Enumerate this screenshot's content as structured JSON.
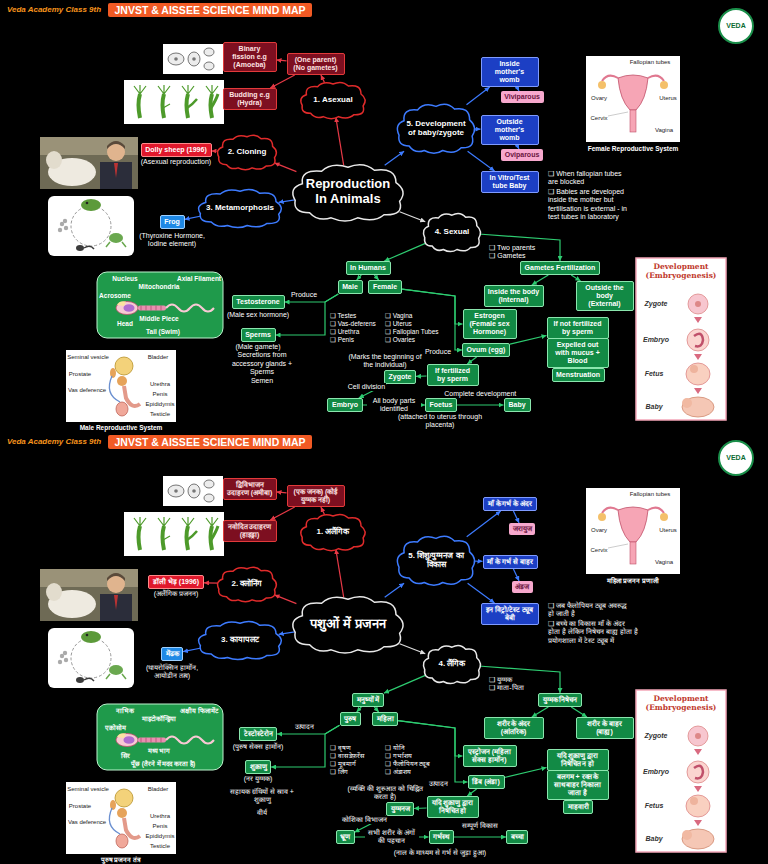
{
  "diagram": {
    "nodes": [
      {
        "text": [
          "JNVST & AISSEE SCIENCE MIND MAP"
        ]
      },
      {
        "text": [
          "Reproduction In Animals"
        ]
      },
      {
        "text": [
          "1. Asexual"
        ]
      },
      {
        "text": [
          "(One parent) (No gametes)"
        ]
      },
      {
        "text": [
          "Binary fission e.g (Amoeba)"
        ]
      },
      {
        "text": [
          "Budding e.g (Hydra)"
        ]
      },
      {
        "text": [
          "2. Cloning"
        ]
      },
      {
        "text": [
          "Dolly sheep (1996)"
        ]
      },
      {
        "text": [
          "3. Metamorphosis"
        ]
      },
      {
        "text": [
          "Frog"
        ]
      },
      {
        "text": [
          "4. Sexual"
        ]
      },
      {
        "text": [
          "5. Development of baby/zygote"
        ]
      },
      {
        "text": [
          "Inside mother's womb"
        ]
      },
      {
        "text": [
          "Viviparous"
        ]
      },
      {
        "text": [
          "Outside mother's womb"
        ]
      },
      {
        "text": [
          "Oviparous"
        ]
      },
      {
        "text": [
          "In Vitro/Test tube Baby"
        ]
      },
      {
        "text": [
          "In Humans"
        ]
      },
      {
        "text": [
          "Gametes Fertilization"
        ]
      },
      {
        "text": [
          "Male"
        ]
      },
      {
        "text": [
          "Female"
        ]
      },
      {
        "text": [
          "Testosterone"
        ]
      },
      {
        "text": [
          "Sperms"
        ]
      },
      {
        "text": [
          "Estrogen (Female sex Hormone)"
        ]
      },
      {
        "text": [
          "Ovum (egg)"
        ]
      },
      {
        "text": [
          "Inside the body (Internal)"
        ]
      },
      {
        "text": [
          "Outside the body (External)"
        ]
      },
      {
        "text": [
          "If not fertilized by sperm"
        ]
      },
      {
        "text": [
          "Expelled out with mucus + Blood"
        ]
      },
      {
        "text": [
          "Menstruation"
        ]
      },
      {
        "text": [
          "Zygote"
        ]
      },
      {
        "text": [
          "If fertilized by sperm"
        ]
      },
      {
        "text": [
          "Embryo"
        ]
      },
      {
        "text": [
          "Foetus"
        ]
      },
      {
        "text": [
          "Baby"
        ]
      },
      {
        "text": [
          "Nucleus",
          "Mitochondria",
          "Axial Filament",
          "Acrosome",
          "Middle Piece",
          "Head",
          "Tail (Swim)"
        ]
      },
      {
        "text": [
          "Seminal vesicle",
          "Bladder",
          "Prostate",
          "Vas deference",
          "Urethra",
          "Penis",
          "Epididymis",
          "Testicle",
          "Male Reproductive System"
        ]
      },
      {
        "text": [
          "Fallopian tubes",
          "Ovary",
          "Uterus",
          "Cervix",
          "Vagina",
          "Female Reproductive System"
        ]
      },
      {
        "text": [
          "Development (Embryogenesis)",
          "Zygote",
          "Embryo",
          "Fetus",
          "Baby"
        ]
      },
      {
        "text": [
          "JNVST & AISSEE SCIENCE MIND MAP"
        ]
      },
      {
        "text": [
          "पशुओं में प्रजनन"
        ]
      },
      {
        "text": [
          "1. अलैंगिक"
        ]
      },
      {
        "text": [
          "(एक जनक) (कोई युग्मक नहीं)"
        ]
      },
      {
        "text": [
          "द्विविभाजन उदाहरण (अमीबा)"
        ]
      },
      {
        "text": [
          "नवोदित उदाहरण (हाइड्रा)"
        ]
      },
      {
        "text": [
          "2. क्लोनिंग"
        ]
      },
      {
        "text": [
          "डॉली भेड़ (1996)"
        ]
      },
      {
        "text": [
          "3. कायापलट"
        ]
      },
      {
        "text": [
          "मेंढक"
        ]
      },
      {
        "text": [
          "4. लैंगिक"
        ]
      },
      {
        "text": [
          "5. शिशु/युग्मनज का विकास"
        ]
      },
      {
        "text": [
          "माँ के गर्भ के अंदर"
        ]
      },
      {
        "text": [
          "जरायुज"
        ]
      },
      {
        "text": [
          "माँ के गर्भ से बाहर"
        ]
      },
      {
        "text": [
          "अंडज"
        ]
      },
      {
        "text": [
          "इन विट्रो/टेस्ट ट्यूब बेबी"
        ]
      },
      {
        "text": [
          "मनुष्यों में"
        ]
      },
      {
        "text": [
          "युग्मक निषेचन"
        ]
      },
      {
        "text": [
          "पुरुष"
        ]
      },
      {
        "text": [
          "महिला"
        ]
      },
      {
        "text": [
          "टेस्टोस्टेरोन"
        ]
      },
      {
        "text": [
          "शुक्राणु"
        ]
      },
      {
        "text": [
          "एस्ट्रोजन (महिला सेक्स हार्मोन)"
        ]
      },
      {
        "text": [
          "डिंब (अंडा)"
        ]
      },
      {
        "text": [
          "शरीर के अंदर (आंतरिक)"
        ]
      },
      {
        "text": [
          "शरीर के बाहर (बाह्य)"
        ]
      },
      {
        "text": [
          "यदि शुक्राणु द्वारा निषेचित न हो"
        ]
      },
      {
        "text": [
          "बलगम + रक्त के साथ बाहर निकाला जाता है"
        ]
      },
      {
        "text": [
          "माहवारी"
        ]
      },
      {
        "text": [
          "युग्मनज"
        ]
      },
      {
        "text": [
          "यदि शुक्राणु द्वारा निषेचित हो"
        ]
      },
      {
        "text": [
          "भ्रूण"
        ]
      },
      {
        "text": [
          "गर्भस्थ"
        ]
      },
      {
        "text": [
          "बच्चा"
        ]
      },
      {
        "text": [
          "नाभिक",
          "माइटोकॉन्ड्रिया",
          "अक्षीय फिलामेंट",
          "एक्रोसोम",
          "मध्य भाग",
          "सिर",
          "पूँछ (तैरने में मदद करता है)"
        ]
      },
      {
        "text": [
          "Seminal vesicle",
          "Bladder",
          "Prostate",
          "Vas deference",
          "Urethra",
          "Penis",
          "Epididymis",
          "Testicle",
          "पुरुष प्रजनन तंत्र"
        ]
      },
      {
        "text": [
          "Fallopian tubes",
          "Ovary",
          "Uterus",
          "Cervix",
          "Vagina",
          "महिला प्रजनन प्रणाली"
        ]
      },
      {
        "text": [
          "Development (Embryogenesis)",
          "Zygote",
          "Embryo",
          "Fetus",
          "Baby"
        ]
      }
    ],
    "edges": [
      {
        "from": 1,
        "to": 2,
        "arrow": "to"
      },
      {
        "from": 2,
        "to": 3,
        "arrow": "to"
      },
      {
        "from": 3,
        "to": 4,
        "arrow": "to"
      },
      {
        "from": 3,
        "to": 5,
        "arrow": "to"
      },
      {
        "from": 1,
        "to": 6,
        "arrow": "to"
      },
      {
        "from": 6,
        "to": 7,
        "arrow": "to"
      },
      {
        "from": 1,
        "to": 8,
        "arrow": "to"
      },
      {
        "from": 8,
        "to": 9,
        "arrow": "to"
      },
      {
        "from": 1,
        "to": 10,
        "arrow": "to"
      },
      {
        "from": 1,
        "to": 11,
        "arrow": "to"
      },
      {
        "from": 11,
        "to": 12,
        "arrow": "to"
      },
      {
        "from": 12,
        "to": 13,
        "arrow": "to"
      },
      {
        "from": 11,
        "to": 14,
        "arrow": "to"
      },
      {
        "from": 14,
        "to": 15,
        "arrow": "to"
      },
      {
        "from": 11,
        "to": 16,
        "arrow": "to"
      },
      {
        "from": 10,
        "to": 17,
        "arrow": "to"
      },
      {
        "from": 10,
        "to": 18,
        "arrow": "to"
      },
      {
        "from": 17,
        "to": 19,
        "arrow": "to"
      },
      {
        "from": 17,
        "to": 20,
        "arrow": "to"
      },
      {
        "from": 19,
        "to": 21,
        "arrow": "to"
      },
      {
        "from": 19,
        "to": 22,
        "arrow": "to"
      },
      {
        "from": 20,
        "to": 23,
        "arrow": "to"
      },
      {
        "from": 20,
        "to": 24,
        "arrow": "to"
      },
      {
        "from": 18,
        "to": 25,
        "arrow": "to"
      },
      {
        "from": 18,
        "to": 26,
        "arrow": "to"
      },
      {
        "from": 24,
        "to": 27,
        "arrow": "to"
      },
      {
        "from": 27,
        "to": 28,
        "arrow": "to"
      },
      {
        "from": 28,
        "to": 29,
        "arrow": "to"
      },
      {
        "from": 24,
        "to": 31,
        "arrow": "to"
      },
      {
        "from": 31,
        "to": 30,
        "arrow": "to"
      },
      {
        "from": 30,
        "to": 32,
        "label": "Cell division",
        "arrow": "to"
      },
      {
        "from": 32,
        "to": 33,
        "label": "All body parts identified",
        "arrow": "to"
      },
      {
        "from": 33,
        "to": 34,
        "label": "Complete development",
        "arrow": "to"
      },
      {
        "from": 40,
        "to": 41,
        "arrow": "to"
      },
      {
        "from": 41,
        "to": 42,
        "arrow": "to"
      },
      {
        "from": 42,
        "to": 43,
        "arrow": "to"
      },
      {
        "from": 42,
        "to": 44,
        "arrow": "to"
      },
      {
        "from": 40,
        "to": 45,
        "arrow": "to"
      },
      {
        "from": 45,
        "to": 46,
        "arrow": "to"
      },
      {
        "from": 40,
        "to": 47,
        "arrow": "to"
      },
      {
        "from": 47,
        "to": 48,
        "arrow": "to"
      },
      {
        "from": 40,
        "to": 49,
        "arrow": "to"
      },
      {
        "from": 40,
        "to": 50,
        "arrow": "to"
      },
      {
        "from": 50,
        "to": 51,
        "arrow": "to"
      },
      {
        "from": 51,
        "to": 52,
        "arrow": "to"
      },
      {
        "from": 50,
        "to": 53,
        "arrow": "to"
      },
      {
        "from": 53,
        "to": 54,
        "arrow": "to"
      },
      {
        "from": 50,
        "to": 55,
        "arrow": "to"
      },
      {
        "from": 49,
        "to": 56,
        "arrow": "to"
      },
      {
        "from": 49,
        "to": 57,
        "arrow": "to"
      },
      {
        "from": 56,
        "to": 58,
        "arrow": "to"
      },
      {
        "from": 56,
        "to": 59,
        "arrow": "to"
      },
      {
        "from": 58,
        "to": 60,
        "arrow": "to"
      },
      {
        "from": 58,
        "to": 61,
        "arrow": "to"
      },
      {
        "from": 59,
        "to": 62,
        "arrow": "to"
      },
      {
        "from": 59,
        "to": 63,
        "arrow": "to"
      },
      {
        "from": 57,
        "to": 64,
        "arrow": "to"
      },
      {
        "from": 57,
        "to": 65,
        "arrow": "to"
      },
      {
        "from": 63,
        "to": 66,
        "arrow": "to"
      },
      {
        "from": 66,
        "to": 67,
        "arrow": "to"
      },
      {
        "from": 67,
        "to": 68,
        "arrow": "to"
      },
      {
        "from": 63,
        "to": 70,
        "arrow": "to"
      },
      {
        "from": 70,
        "to": 69,
        "arrow": "to"
      },
      {
        "from": 69,
        "to": 71,
        "label": "कोशिका विभाजन",
        "arrow": "to"
      },
      {
        "from": 71,
        "to": 72,
        "label": "सभी शरीर के अंगों की पहचान",
        "arrow": "to"
      },
      {
        "from": 72,
        "to": 73,
        "label": "सम्पूर्ण विकास",
        "arrow": "to"
      }
    ],
    "labels": [
      "Veda Academy Class 9th",
      "VEDA",
      "(Asexual reproduction)",
      "(Thyroxine Hormone, Iodine element)",
      "❑ Two parents",
      "❑ Gametes",
      "❑ When fallopian tubes are blocked",
      "❑ Babies are developed inside the mother but fertilisation is external - in test tubes in laboratory",
      "(Male sex hormone)",
      "Produce",
      "❑ Testes",
      "❑ Vas-deferens",
      "❑ Urethra",
      "❑ Penis",
      "❑ Vagina",
      "❑ Uterus",
      "❑ Fallopian Tubes",
      "❑ Ovaries",
      "(Male gamete)",
      "Secretions from accessory glands + Sperms",
      "Semen",
      "Produce",
      "(Marks the beginning of the individual)",
      "(attached to uterus through placenta)",
      "Veda Academy Class 9th",
      "VEDA",
      "(अलैंगिक प्रजनन)",
      "(थायरोक्सिन हार्मोन, आयोडीन तत्व)",
      "❑ युग्मक",
      "❑ माता-पिता",
      "❑ जब फैलोपियन ट्यूब अवरुद्ध हो जाती है",
      "❑ बच्चे का विकास माँ के अंदर होता है लेकिन निषेचन बाह्य होता है प्रयोगशाला में टेस्ट ट्यूब में",
      "(पुरुष सेक्स हार्मोन)",
      "उत्पादन",
      "❑ वृषण",
      "❑ वास डेफ़रेंस",
      "❑ मूत्रमार्ग",
      "❑ लिंग",
      "❑ योनि",
      "❑ गर्भाशय",
      "❑ फैलोपियन ट्यूब",
      "❑ अंडाशय",
      "(नर युग्मक)",
      "सहायक ग्रंथियों से स्राव + शुक्राणु",
      "वीर्य",
      "उत्पादन",
      "(व्यक्ति की शुरुआत को चिह्नित करता है)",
      "(नाल के माध्यम से गर्भ से जुड़ा हुआ)"
    ]
  }
}
